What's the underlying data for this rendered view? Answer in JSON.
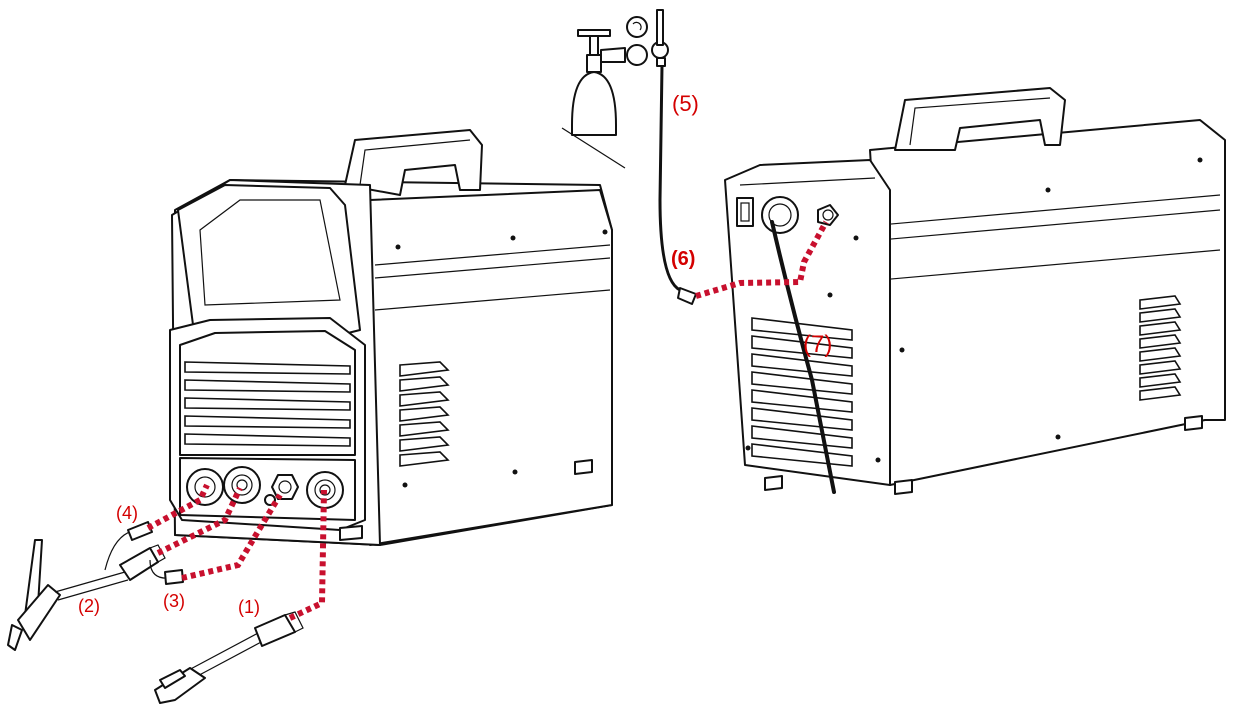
{
  "labels": {
    "l1": "(1)",
    "l2": "(2)",
    "l3": "(3)",
    "l4": "(4)",
    "l5": "(5)",
    "l6": "(6)",
    "l7": "(7)"
  },
  "colors": {
    "label": "#d40000",
    "connection": "#c8102e",
    "outline": "#111111"
  }
}
